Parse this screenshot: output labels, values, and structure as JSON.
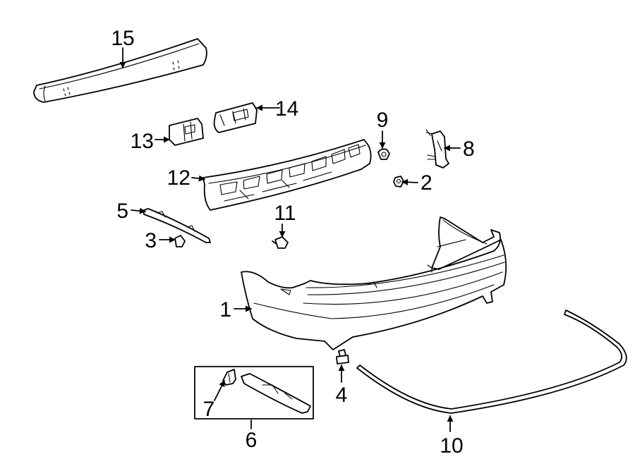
{
  "callouts": {
    "c1": "1",
    "c2": "2",
    "c3": "3",
    "c4": "4",
    "c5": "5",
    "c6": "6",
    "c7": "7",
    "c8": "8",
    "c9": "9",
    "c10": "10",
    "c11": "11",
    "c12": "12",
    "c13": "13",
    "c14": "14",
    "c15": "15"
  },
  "colors": {
    "ink": "#000000",
    "background": "#ffffff"
  }
}
